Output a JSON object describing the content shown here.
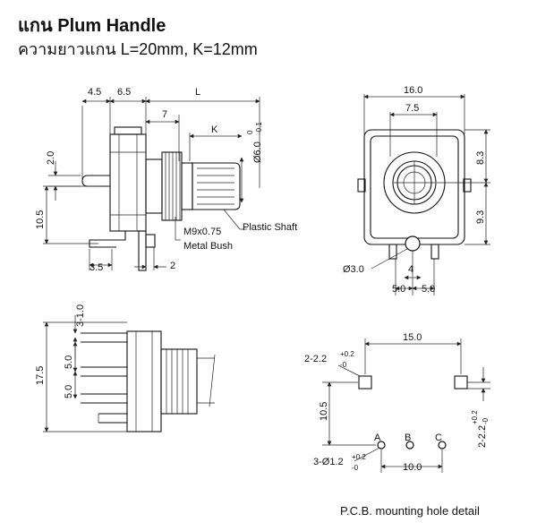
{
  "header": {
    "title": "แกน Plum Handle",
    "subtitle": "ความยาวแกน L=20mm, K=12mm"
  },
  "side_view": {
    "dims": [
      "4.5",
      "6.5",
      "L",
      "7",
      "K",
      "2.0",
      "10.5",
      "3.5",
      "2"
    ],
    "shaft_dia": "Ø6.0",
    "shaft_tol_top": "0",
    "shaft_tol_bottom": "-0.1",
    "labels": [
      "M9x0.75",
      "Metal Bush",
      "Plastic Shaft"
    ]
  },
  "front_view": {
    "dims": [
      "16.0",
      "7.5",
      "8.3",
      "9.3",
      "Ø3.0",
      "4",
      "5.0",
      "5.0"
    ]
  },
  "bottom_view": {
    "dims": [
      "3-1.0",
      "17.5",
      "5.0",
      "5.0"
    ]
  },
  "pcb_detail": {
    "dims": [
      "15.0",
      "10.5",
      "10.0"
    ],
    "hole_2_base": "2-2.2",
    "hole_2_tol_top": "+0.2",
    "hole_2_tol_bottom": "-0",
    "hole_3_base": "3-Ø1.2",
    "hole_3_tol_top": "+0.2",
    "hole_3_tol_bottom": "-0",
    "right_label": "2-2.2",
    "right_tol_top": "+0.2",
    "right_tol_bottom": "-0",
    "pins": [
      "A",
      "B",
      "C"
    ],
    "caption": "P.C.B.  mounting hole detail"
  }
}
